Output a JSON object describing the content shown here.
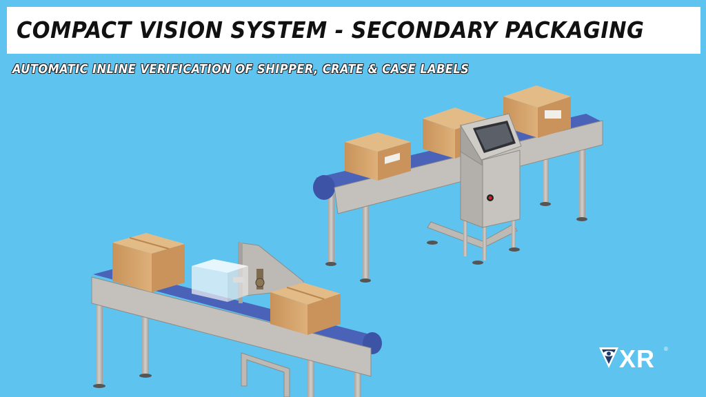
{
  "header": {
    "title": "COMPACT VISION SYSTEM - SECONDARY PACKAGING",
    "subtitle": "AUTOMATIC INLINE VERIFICATION OF SHIPPER, CRATE & CASE LABELS"
  },
  "logo": {
    "text": "XR",
    "registered": "®",
    "icon": "eye-v-icon"
  },
  "colors": {
    "background": "#5ec4ef",
    "belt": "#4a63b8",
    "steel": "#b9b6b1",
    "box": "#d7a86e"
  }
}
